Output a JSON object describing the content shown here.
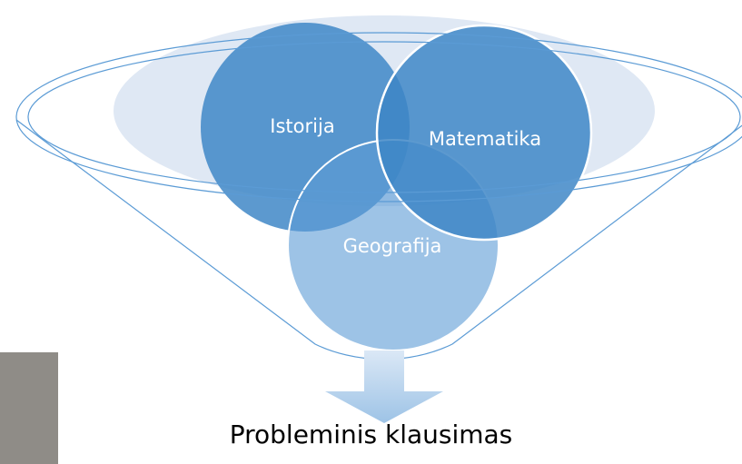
{
  "funnel": {
    "inputs": [
      {
        "label": "Istorija",
        "fill": "#3d85c6",
        "opacity": 0.84
      },
      {
        "label": "Matematika",
        "fill": "#3d85c6",
        "opacity": 0.84
      },
      {
        "label": "Geografija",
        "fill": "#5b9bd5",
        "opacity": 0.6
      }
    ],
    "result": "Probleminis klausimas"
  },
  "colors": {
    "funnel_stroke": "#5b9bd5",
    "rim_fill": "#dfe8f4",
    "arrow_fill": "#9dc3e6",
    "side_swatch": "#8f8c87"
  }
}
